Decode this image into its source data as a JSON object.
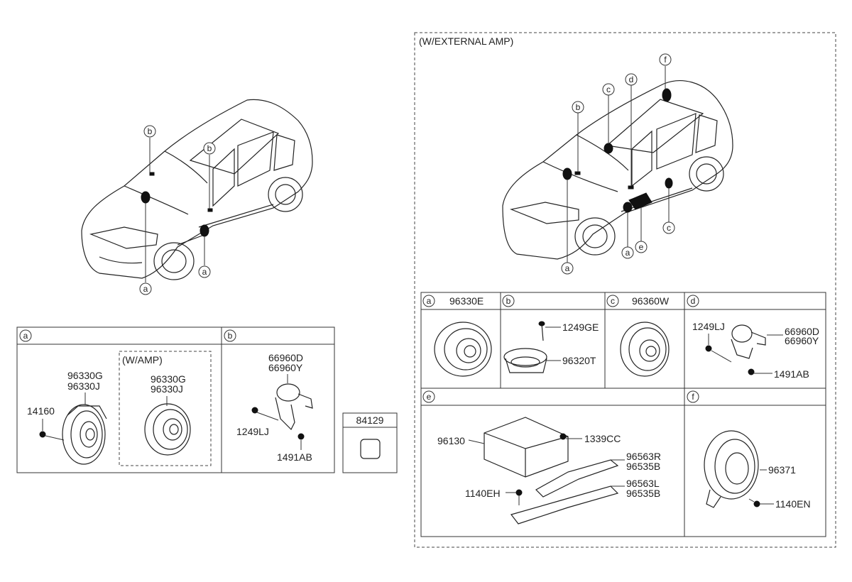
{
  "external_amp_title": "(W/EXTERNAL AMP)",
  "amp_title": "(W/AMP)",
  "callouts": {
    "a": "a",
    "b": "b",
    "c": "c",
    "d": "d",
    "e": "e",
    "f": "f"
  },
  "left_panel_a": {
    "part_96330G": "96330G",
    "part_96330J": "96330J",
    "part_14160": "14160",
    "amp_part_96330G": "96330G",
    "amp_part_96330J": "96330J"
  },
  "left_panel_b": {
    "part_66960D": "66960D",
    "part_66960Y": "66960Y",
    "part_1249LJ": "1249LJ",
    "part_1491AB": "1491AB"
  },
  "part_84129": "84129",
  "right_panel_a": {
    "part": "96330E"
  },
  "right_panel_b": {
    "part_1249GE": "1249GE",
    "part_96320T": "96320T"
  },
  "right_panel_c": {
    "part": "96360W"
  },
  "right_panel_d": {
    "part_1249LJ": "1249LJ",
    "part_66960D": "66960D",
    "part_66960Y": "66960Y",
    "part_1491AB": "1491AB"
  },
  "right_panel_e": {
    "part_96130": "96130",
    "part_1339CC": "1339CC",
    "part_96563R": "96563R",
    "part_96535B_1": "96535B",
    "part_1140EH": "1140EH",
    "part_96563L": "96563L",
    "part_96535B_2": "96535B"
  },
  "right_panel_f": {
    "part_96371": "96371",
    "part_1140EN": "1140EN"
  }
}
